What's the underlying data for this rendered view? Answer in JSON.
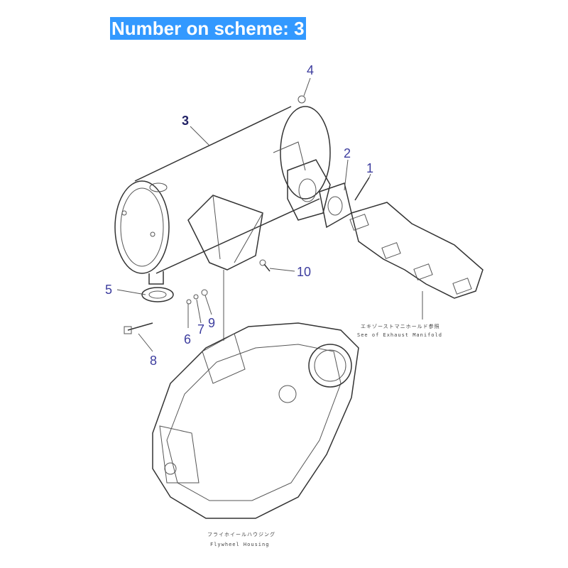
{
  "title": "Number on scheme: 3",
  "callouts": [
    {
      "id": "1",
      "label": "1"
    },
    {
      "id": "2",
      "label": "2"
    },
    {
      "id": "3",
      "label": "3"
    },
    {
      "id": "4",
      "label": "4"
    },
    {
      "id": "5",
      "label": "5"
    },
    {
      "id": "6",
      "label": "6"
    },
    {
      "id": "7",
      "label": "7"
    },
    {
      "id": "8",
      "label": "8"
    },
    {
      "id": "9",
      "label": "9"
    },
    {
      "id": "10",
      "label": "10"
    }
  ],
  "notes": {
    "manifold_jp": "エキゾーストマニホールド参照",
    "manifold_en": "See of Exhaust Manifold",
    "housing_jp": "フライホイールハウジング",
    "housing_en": "Flywheel Housing"
  }
}
